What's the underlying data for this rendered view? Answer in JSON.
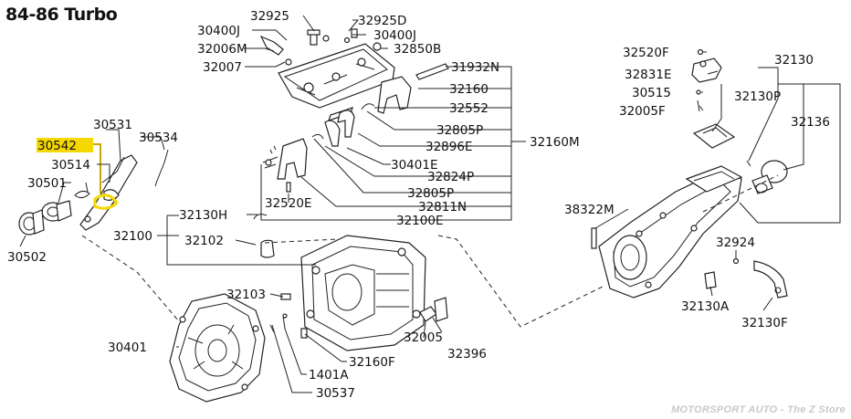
{
  "title": "84-86 Turbo",
  "watermark": "MOTORSPORT AUTO - The Z Store",
  "highlight": {
    "part": "30542",
    "color": "#f5d800",
    "leader_color": "#c8a800"
  },
  "labels": {
    "p32925": "32925",
    "p32925D": "32925D",
    "p30400J_l": "30400J",
    "p30400J_r": "30400J",
    "p32006M": "32006M",
    "p32850B": "32850B",
    "p32007": "32007",
    "p31932N": "31932N",
    "p32160": "32160",
    "p32552": "32552",
    "p32805P_a": "32805P",
    "p32896E": "32896E",
    "p32160M": "32160M",
    "p30401E": "30401E",
    "p32824P": "32824P",
    "p32805P_b": "32805P",
    "p32811N": "32811N",
    "p32100E": "32100E",
    "p32520E": "32520E",
    "p30531": "30531",
    "p30534": "30534",
    "p30542": "30542",
    "p30514": "30514",
    "p30501": "30501",
    "p30502": "30502",
    "p32130H": "32130H",
    "p32100": "32100",
    "p32102": "32102",
    "p32103": "32103",
    "p30401": "30401",
    "p32005": "32005",
    "p32396": "32396",
    "p32160F": "32160F",
    "p1401A": "1401A",
    "p30537": "30537",
    "p32520F": "32520F",
    "p32831E": "32831E",
    "p30515": "30515",
    "p32005F": "32005F",
    "p32130": "32130",
    "p32130P": "32130P",
    "p32136": "32136",
    "p38322M": "38322M",
    "p32924": "32924",
    "p32130A": "32130A",
    "p32130F": "32130F"
  }
}
